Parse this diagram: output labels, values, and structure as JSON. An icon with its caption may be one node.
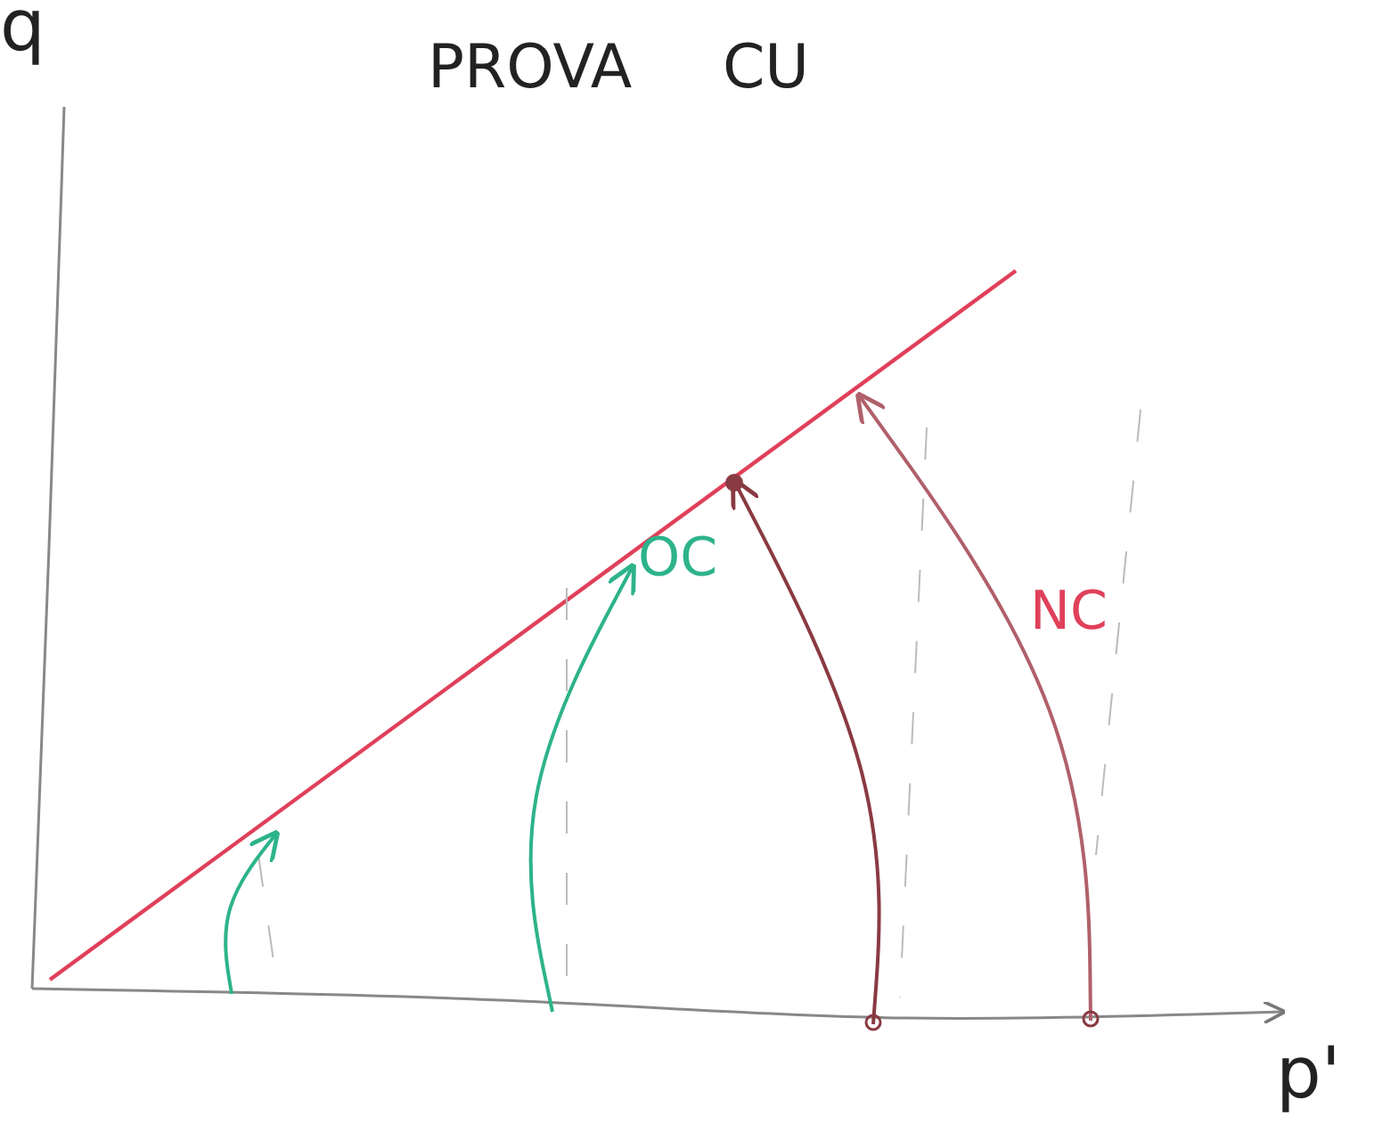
{
  "diagram": {
    "title": "PROVA CU",
    "labels": [
      "q",
      "OC",
      "NC",
      "p'"
    ]
  }
}
